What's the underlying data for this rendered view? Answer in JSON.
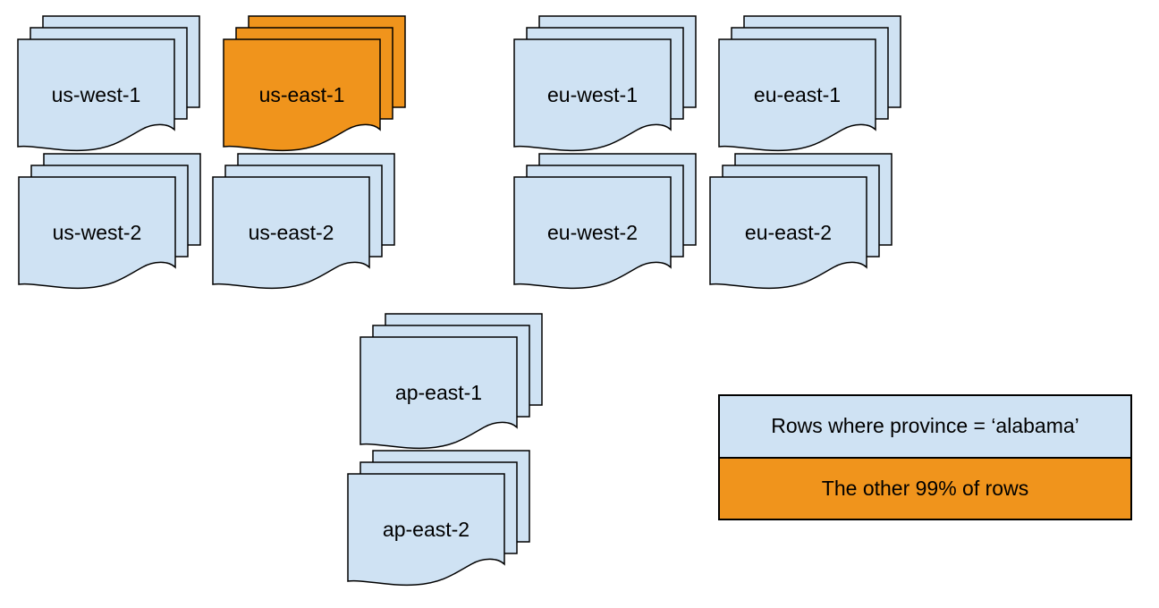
{
  "diagram": {
    "region_stacks": [
      {
        "label": "us-west-1",
        "variant": "default"
      },
      {
        "label": "us-east-1",
        "variant": "highlight"
      },
      {
        "label": "eu-west-1",
        "variant": "default"
      },
      {
        "label": "eu-east-1",
        "variant": "default"
      },
      {
        "label": "us-west-2",
        "variant": "default"
      },
      {
        "label": "us-east-2",
        "variant": "default"
      },
      {
        "label": "eu-west-2",
        "variant": "default"
      },
      {
        "label": "eu-east-2",
        "variant": "default"
      },
      {
        "label": "ap-east-1",
        "variant": "default"
      },
      {
        "label": "ap-east-2",
        "variant": "default"
      }
    ],
    "legend": {
      "items": [
        {
          "label": "Rows where province = ‘alabama’",
          "variant": "default"
        },
        {
          "label": "The other 99% of rows",
          "variant": "highlight"
        }
      ]
    },
    "colors": {
      "default_fill": "#cfe2f3",
      "highlight_fill": "#f0941c",
      "stroke": "#000000",
      "text": "#000000",
      "background": "#ffffff"
    }
  }
}
